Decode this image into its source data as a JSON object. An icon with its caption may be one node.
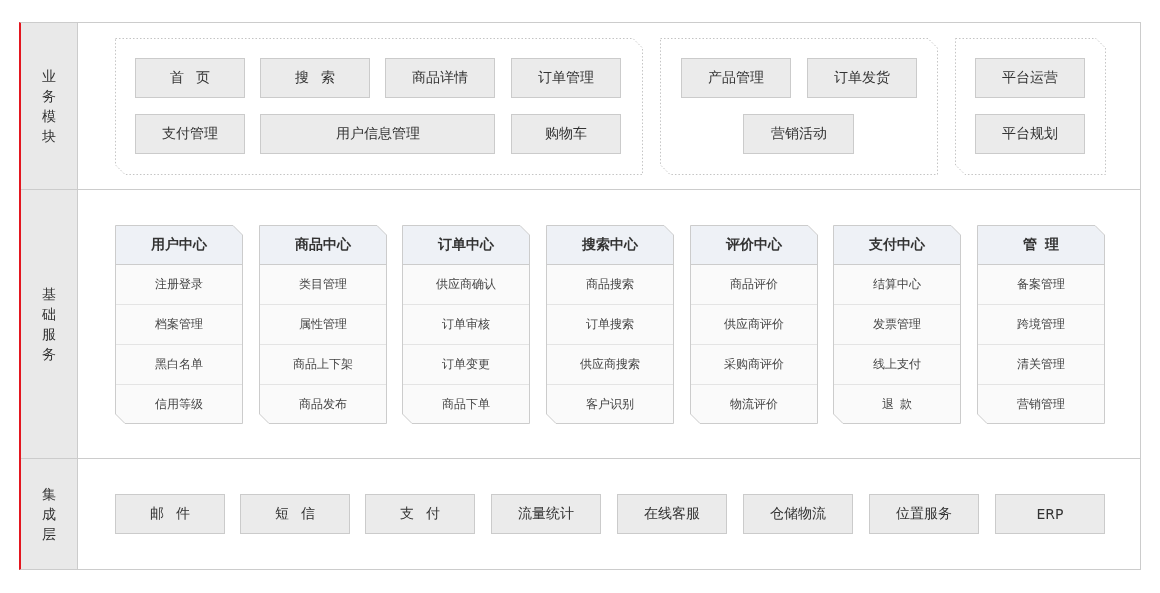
{
  "diagram": {
    "nodes": [
      {
        "text": [
          "业务模块"
        ]
      },
      {
        "text": [],
        "shape": "box",
        "in": 0
      },
      {
        "text": [
          "首 页"
        ],
        "in": 1
      },
      {
        "text": [
          "搜 索"
        ],
        "in": 1
      },
      {
        "text": [
          "商品详情"
        ],
        "in": 1
      },
      {
        "text": [
          "订单管理"
        ],
        "in": 1
      },
      {
        "text": [
          "支付管理"
        ],
        "in": 1
      },
      {
        "text": [
          "用户信息管理"
        ],
        "in": 1
      },
      {
        "text": [
          "购物车"
        ],
        "in": 1
      },
      {
        "text": [],
        "shape": "box",
        "in": 0
      },
      {
        "text": [
          "产品管理"
        ],
        "in": 9
      },
      {
        "text": [
          "订单发货"
        ],
        "in": 9
      },
      {
        "text": [
          "营销活动"
        ],
        "in": 9
      },
      {
        "text": [],
        "shape": "box",
        "in": 0
      },
      {
        "text": [
          "平台运营"
        ],
        "in": 13
      },
      {
        "text": [
          "平台规划"
        ],
        "in": 13
      },
      {
        "text": [
          "基础服务"
        ]
      },
      {
        "text": [
          "用户中心",
          "注册登录",
          "档案管理",
          "黑白名单",
          "信用等级"
        ],
        "in": 16
      },
      {
        "text": [
          "商品中心",
          "类目管理",
          "属性管理",
          "商品上下架",
          "商品发布"
        ],
        "in": 16
      },
      {
        "text": [
          "订单中心",
          "供应商确认",
          "订单审核",
          "订单变更",
          "商品下单"
        ],
        "in": 16
      },
      {
        "text": [
          "搜索中心",
          "商品搜索",
          "订单搜索",
          "供应商搜索",
          "客户识别"
        ],
        "in": 16
      },
      {
        "text": [
          "评价中心",
          "商品评价",
          "供应商评价",
          "采购商评价",
          "物流评价"
        ],
        "in": 16
      },
      {
        "text": [
          "支付中心",
          "结算中心",
          "发票管理",
          "线上支付",
          "退 款"
        ],
        "in": 16
      },
      {
        "text": [
          "管 理",
          "备案管理",
          "跨境管理",
          "清关管理",
          "营销管理"
        ],
        "in": 16
      },
      {
        "text": [
          "集成层"
        ]
      },
      {
        "text": [
          "邮 件"
        ],
        "in": 24
      },
      {
        "text": [
          "短 信"
        ],
        "in": 24
      },
      {
        "text": [
          "支 付"
        ],
        "in": 24
      },
      {
        "text": [
          "流量统计"
        ],
        "in": 24
      },
      {
        "text": [
          "在线客服"
        ],
        "in": 24
      },
      {
        "text": [
          "仓储物流"
        ],
        "in": 24
      },
      {
        "text": [
          "位置服务"
        ],
        "in": 24
      },
      {
        "text": [
          "ERP"
        ],
        "in": 24
      }
    ]
  }
}
